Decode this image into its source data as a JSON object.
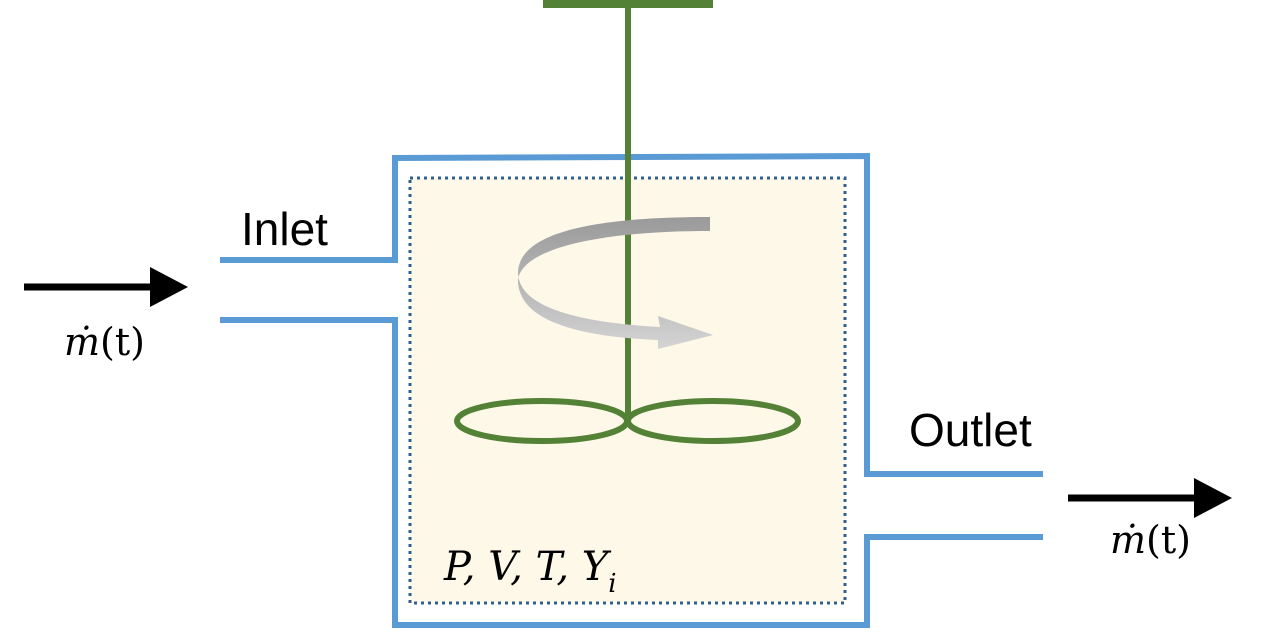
{
  "diagram": {
    "inlet_label": "Inlet",
    "outlet_label": "Outlet",
    "flow_symbol": "ṁ",
    "flow_argument": "(t)",
    "state_variables": "P, V, T, Y",
    "state_subscript": "i"
  },
  "colors": {
    "vessel": "#5b9bd5",
    "control_volume_fill": "#fdf8e8",
    "control_volume_border": "#2f5f8f",
    "stirrer": "#538135",
    "swirl": "#a6a6a6",
    "arrow": "#000000"
  }
}
